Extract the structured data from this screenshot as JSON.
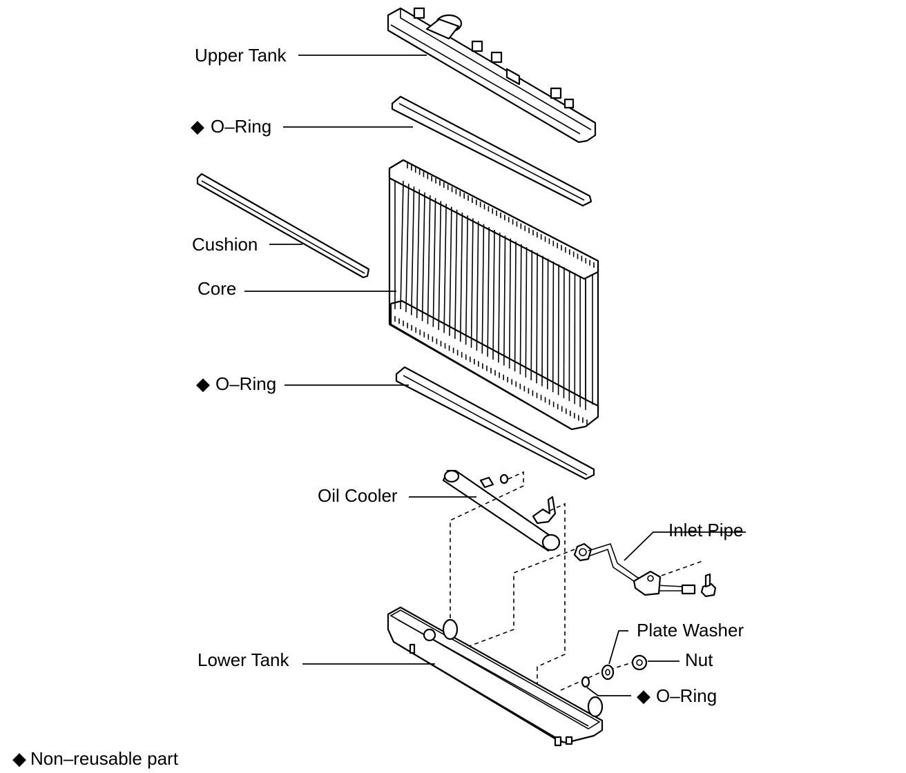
{
  "labels": {
    "upper_tank": "Upper Tank",
    "o_ring_upper": "O–Ring",
    "cushion": "Cushion",
    "core": "Core",
    "o_ring_lower": "O–Ring",
    "oil_cooler": "Oil Cooler",
    "inlet_pipe": "Inlet Pipe",
    "plate_washer": "Plate Washer",
    "nut": "Nut",
    "o_ring_small": "O–Ring",
    "lower_tank": "Lower Tank"
  },
  "legend": {
    "symbol": "◆",
    "text": "Non–reusable part"
  }
}
